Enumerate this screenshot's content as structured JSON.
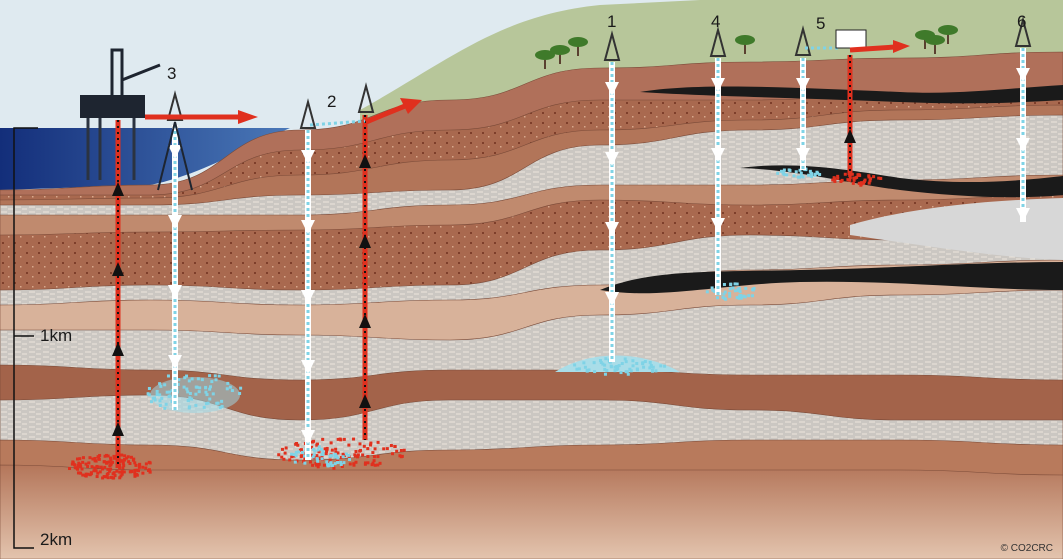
{
  "wells": [
    {
      "label": "1",
      "type": "injection"
    },
    {
      "label": "2",
      "type": "injection-and-production"
    },
    {
      "label": "3",
      "type": "offshore-injection"
    },
    {
      "label": "4",
      "type": "injection"
    },
    {
      "label": "5",
      "type": "injection-and-production"
    },
    {
      "label": "6",
      "type": "injection"
    }
  ],
  "depth_scale": {
    "top": "",
    "mid": "1km",
    "bottom": "2km"
  },
  "copyright": "© CO2CRC",
  "colors": {
    "sky": "#dfeaf0",
    "hill": "#b7c69a",
    "sea": "#1c3c8c",
    "co2": "#7fd3e6",
    "production": "#e0301e"
  }
}
